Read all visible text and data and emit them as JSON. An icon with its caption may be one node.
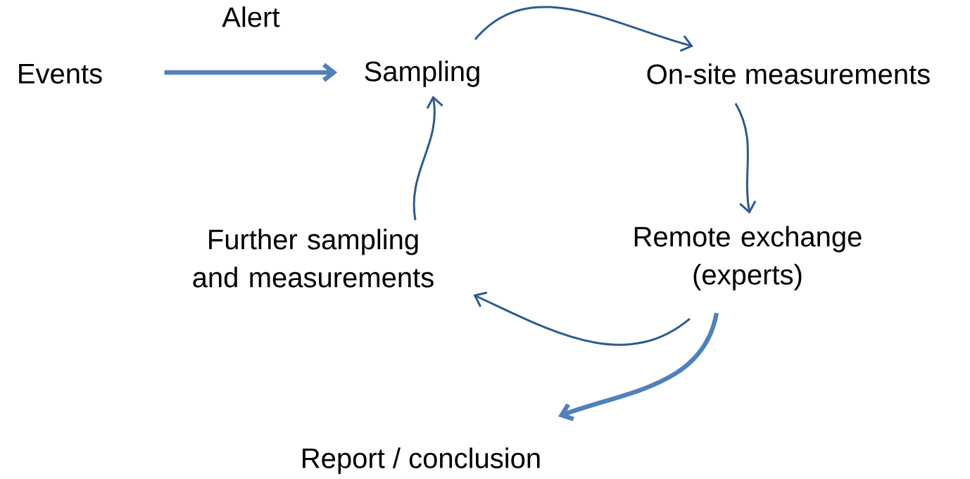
{
  "diagram": {
    "nodes": [
      {
        "text": [
          "Events"
        ]
      },
      {
        "text": [
          "Sampling"
        ]
      },
      {
        "text": [
          "On-site measurements"
        ]
      },
      {
        "text": [
          "Remote exchange (experts)"
        ]
      },
      {
        "text": [
          "Further sampling and measurements"
        ]
      },
      {
        "text": [
          "Report / conclusion"
        ]
      }
    ],
    "edges": [
      {
        "from": 0,
        "to": 1,
        "arrow": "to",
        "label": "Alert",
        "style": "thick",
        "color": "#4f81bd"
      },
      {
        "from": 1,
        "to": 2,
        "arrow": "to"
      },
      {
        "from": 2,
        "to": 3,
        "arrow": "to"
      },
      {
        "from": 3,
        "to": 4,
        "arrow": "to"
      },
      {
        "from": 4,
        "to": 1,
        "arrow": "to"
      },
      {
        "from": 3,
        "to": 5,
        "arrow": "to",
        "style": "thick",
        "color": "#4f81bd"
      }
    ]
  }
}
